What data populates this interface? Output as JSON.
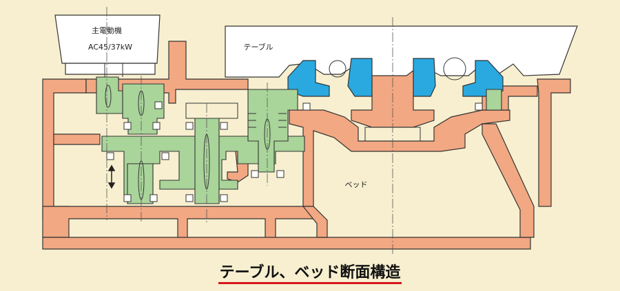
{
  "labels": {
    "motor_line1": "主電動機",
    "motor_line2": "AC45/37kW",
    "table": "テーブル",
    "bed": "ベッド"
  },
  "caption": "テーブル、ベッド断面構造",
  "colors": {
    "background": "#f7efcf",
    "bed_casting": "#f2a882",
    "gear_train": "#a9d49a",
    "table_bearing": "#29a9e0",
    "outline": "#333333",
    "caption_underline": "#d8161c"
  }
}
